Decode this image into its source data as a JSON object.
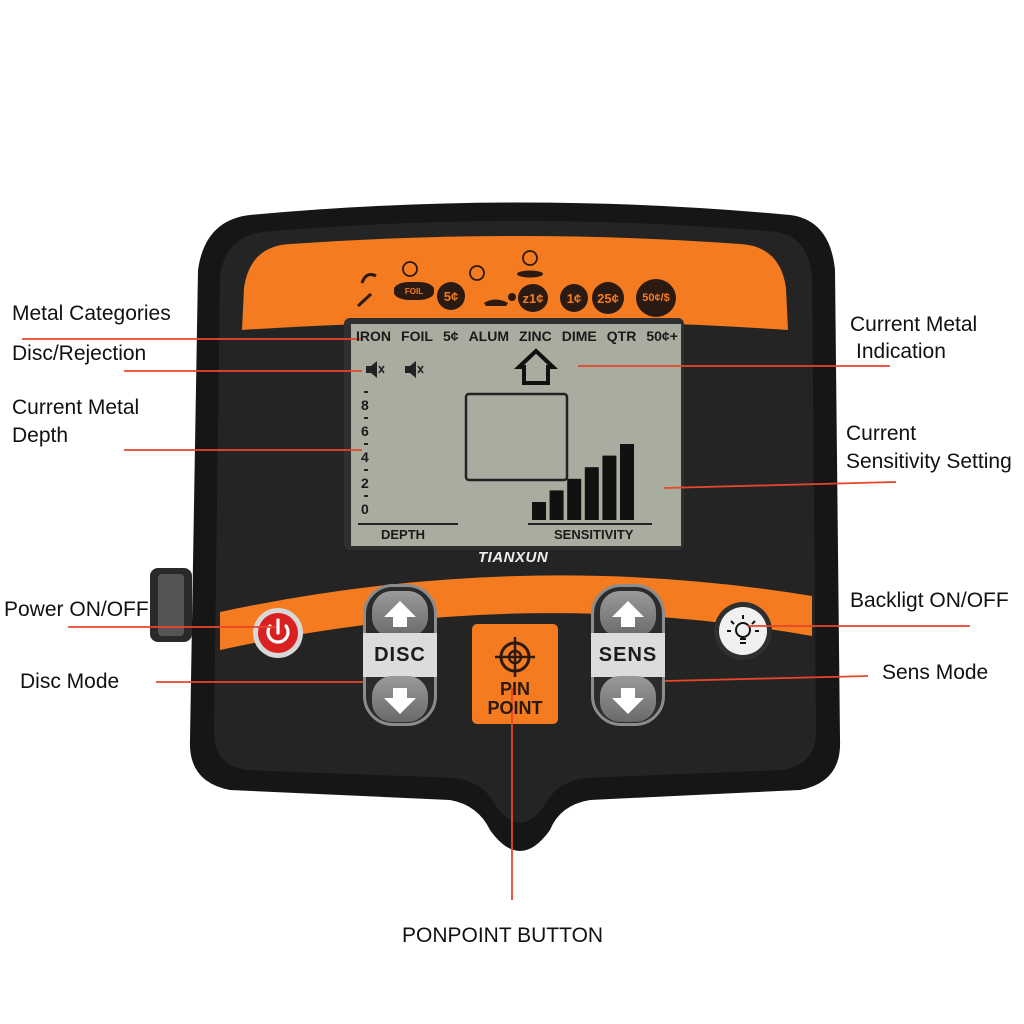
{
  "callouts": {
    "metal_categories": "Metal Categories",
    "disc_rejection": "Disc/Rejection",
    "current_metal_depth_1": "Current Metal",
    "current_metal_depth_2": "Depth",
    "current_metal_indication_1": "Current Metal",
    "current_metal_indication_2": "Indication",
    "current_sensitivity_1": "Current",
    "current_sensitivity_2": "Sensitivity Setting",
    "power": "Power ON/OFF",
    "disc_mode": "Disc Mode",
    "backlight": "Backligt ON/OFF",
    "sens_mode": "Sens Mode",
    "pinpoint_button": "PONPOINT BUTTON"
  },
  "coins": {
    "foil": "FOIL",
    "c5": "5¢",
    "z1": "z1¢",
    "c1": "1¢",
    "c25": "25¢",
    "c50": "50¢/$"
  },
  "lcd": {
    "categories": [
      "IRON",
      "FOIL",
      "5¢",
      "ALUM",
      "ZINC",
      "DIME",
      "QTR",
      "50¢+"
    ],
    "depth_scale": [
      "8",
      "6",
      "4",
      "2",
      "0"
    ],
    "depth_label": "DEPTH",
    "sensitivity_label": "SENSITIVITY",
    "sensitivity_bars": 6
  },
  "brand": "TIANXUN",
  "buttons": {
    "disc": "DISC",
    "sens": "SENS",
    "pin": "PIN",
    "point": "POINT"
  },
  "colors": {
    "orange": "#f47b20",
    "body": "#1c1c1c",
    "lcd": "#a9ad9f",
    "leader": "#e8462a"
  }
}
